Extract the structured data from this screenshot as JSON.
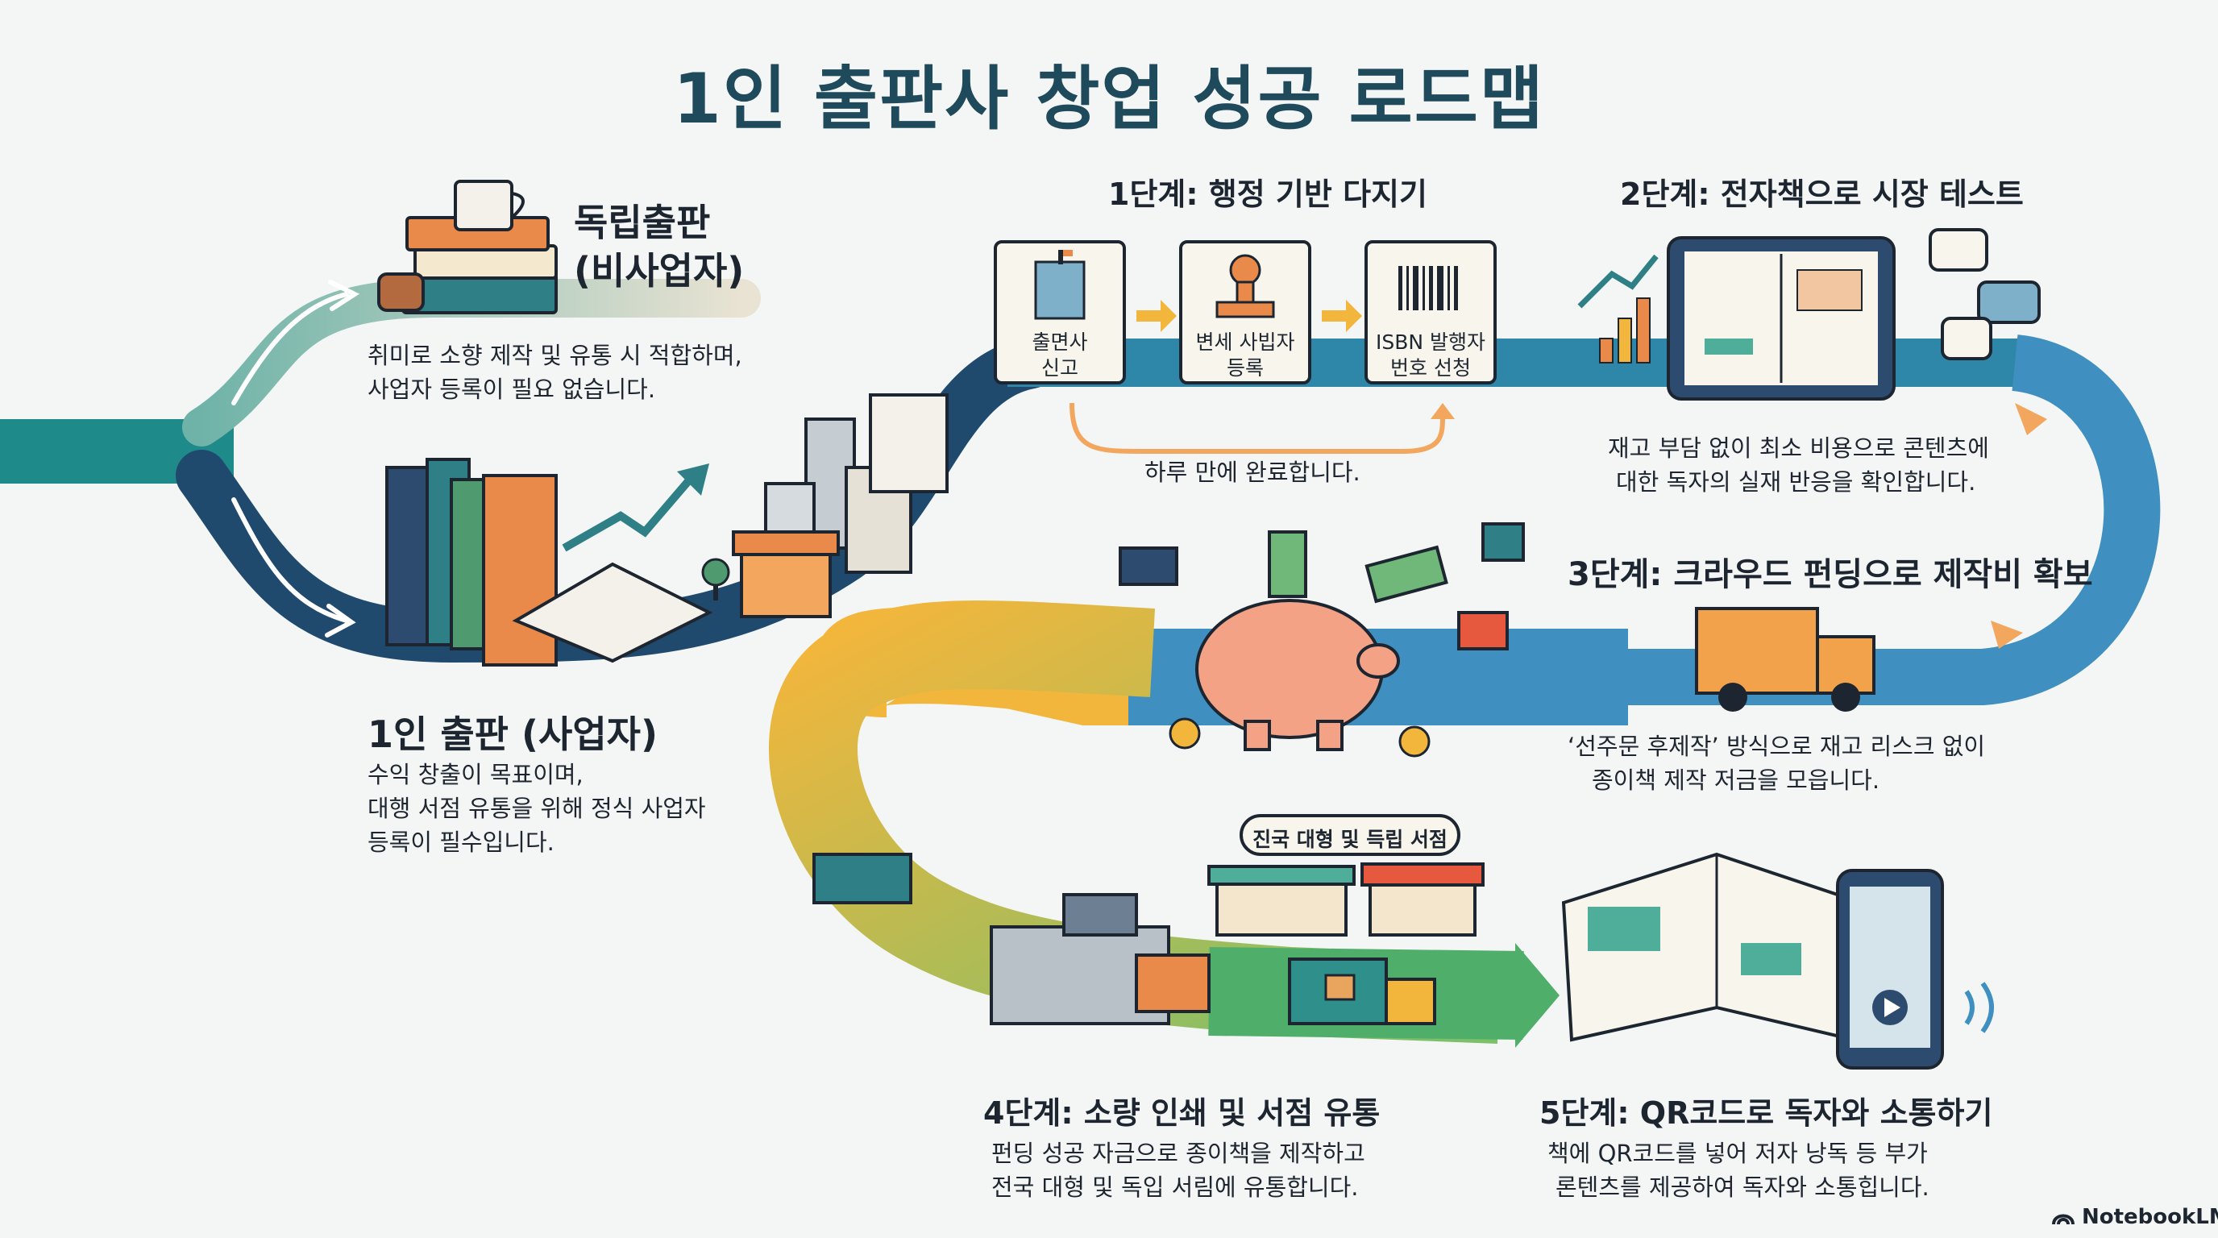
{
  "title": "1인 출판사 창업 성공 로드맵",
  "independent": {
    "heading_line1": "독립출판",
    "heading_line2": "(비사업자)",
    "desc_line1": "취미로 소향 제작 및 유통 시 적합하며,",
    "desc_line2": "사업자 등록이 필요 없습니다."
  },
  "solo": {
    "heading": "1인 출판 (사업자)",
    "desc_line1": "수익 창출이 목표이며,",
    "desc_line2": "대행 서점 유통을 위해 정식 사업자",
    "desc_line3": "등록이 필수입니다."
  },
  "step1": {
    "heading": "1단계: 행정 기반 다지기",
    "card1_line1": "출면사",
    "card1_line2": "신고",
    "card2_line1": "변세 사빕자",
    "card2_line2": "등록",
    "card3_line1": "ISBN 발행자",
    "card3_line2": "번호 선청",
    "note": "하루 만에 완료합니다."
  },
  "step2": {
    "heading": "2단계: 전자책으로 시장 테스트",
    "desc_line1": "재고 부담 없이 최소 비용으로 콘텐츠에",
    "desc_line2": "대한 독자의 실재 반응을 확인합니다."
  },
  "step3": {
    "heading": "3단계: 크라우드 펀딩으로 제작비 확보",
    "desc_line1": "‘선주문 후제작’ 방식으로 재고 리스크 없이",
    "desc_line2": "종이책 제작 저금을 모읍니다."
  },
  "step4": {
    "heading": "4단계: 소량 인쇄 및 서점 유통",
    "desc_line1": "펀딩 성공 자금으로 종이책을 제작하고",
    "desc_line2": "전국 대형 및 독입 서림에 유통합니다.",
    "store_sign": "진국 대형 및 득립 서점"
  },
  "step5": {
    "heading": "5단계: QR코드로 독자와 소통하기",
    "desc_line1": "책에 QR코드를 넣어 저자 낭독 등 부가",
    "desc_line2": "론텐츠를 제공하여 독자와 소통힙니다."
  },
  "brand": "NotebookLM",
  "colors": {
    "teal": "#1f8a8a",
    "navy": "#1f4a6e",
    "blue": "#3f8fc0",
    "yellow": "#f2b63c",
    "green": "#4fae6a",
    "orange": "#e9894a"
  }
}
